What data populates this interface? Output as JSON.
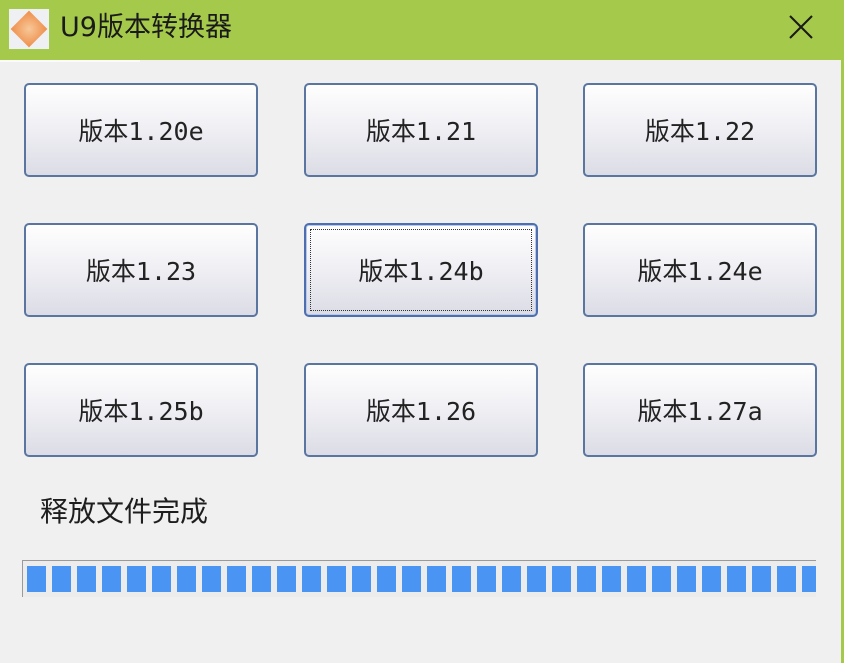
{
  "window": {
    "title": "U9版本转换器",
    "titlebar_color": "#a4c94b",
    "icons": {
      "app": "app-logo-icon",
      "close": "close-icon"
    }
  },
  "buttons": [
    {
      "label": "版本1.20e"
    },
    {
      "label": "版本1.21"
    },
    {
      "label": "版本1.22"
    },
    {
      "label": "版本1.23"
    },
    {
      "label": "版本1.24b",
      "focused": true
    },
    {
      "label": "版本1.24e"
    },
    {
      "label": "版本1.25b"
    },
    {
      "label": "版本1.26"
    },
    {
      "label": "版本1.27a"
    }
  ],
  "status": {
    "text": "释放文件完成"
  },
  "progress": {
    "percent": 100,
    "segments": 32,
    "color": "#4a95f3"
  }
}
